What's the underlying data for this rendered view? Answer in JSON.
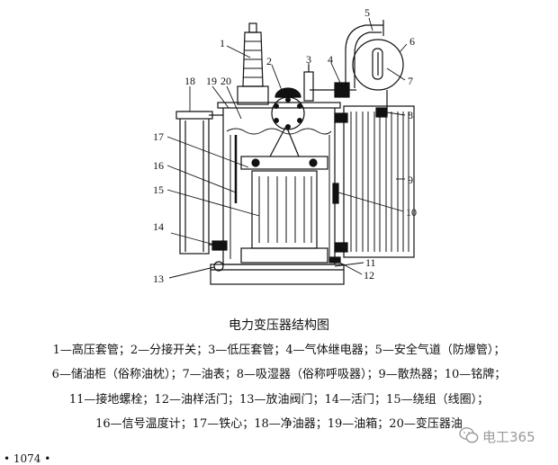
{
  "figure": {
    "callouts": [
      "1",
      "2",
      "3",
      "4",
      "5",
      "6",
      "7",
      "8",
      "9",
      "10",
      "11",
      "12",
      "13",
      "14",
      "15",
      "16",
      "17",
      "18",
      "19",
      "20"
    ]
  },
  "caption": {
    "title": "电力变压器结构图",
    "lines": [
      "1—高压套管；2—分接开关；3—低压套管；4—气体继电器；5—安全气道（防爆管）；",
      "6—储油柜（俗称油枕）；7—油表；8—吸湿器（俗称呼吸器）；9—散热器；10—铭牌；",
      "11—接地螺栓；12—油样活门；13—放油阀门；14—活门；15—绕组（线圈）；",
      "16—信号温度计；17—铁心；18—净油器；19—油箱；20—变压器油"
    ]
  },
  "page_number": "• 1074 •",
  "watermark": {
    "text": "电工365",
    "icon": "wechat-icon"
  }
}
